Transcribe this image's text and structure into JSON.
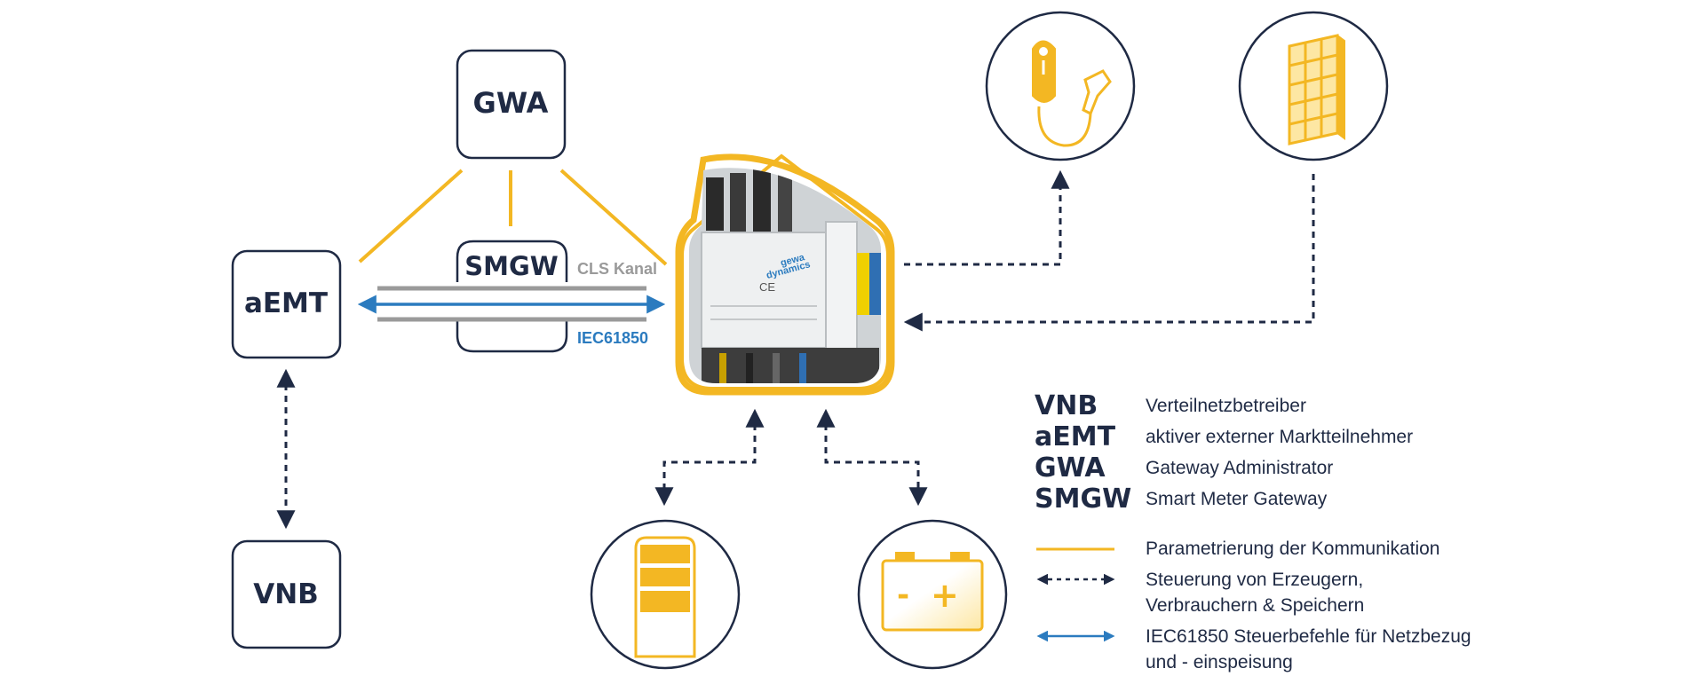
{
  "nodes": {
    "gwa": "GWA",
    "aemt": "aEMT",
    "vnb": "VNB",
    "smgw": "SMGW"
  },
  "channel_labels": {
    "cls": "CLS Kanal",
    "iec": "IEC61850"
  },
  "device": {
    "brand_line1": "gewa",
    "brand_line2": "dynamics",
    "ce_mark": "CE"
  },
  "legend": {
    "abbreviations": [
      {
        "abbr": "VNB",
        "definition": "Verteilnetzbetreiber"
      },
      {
        "abbr": "aEMT",
        "definition": "aktiver externer Marktteilnehmer"
      },
      {
        "abbr": "GWA",
        "definition": "Gateway Administrator"
      },
      {
        "abbr": "SMGW",
        "definition": "Smart Meter Gateway"
      }
    ],
    "keys": [
      {
        "style": "solid-yellow",
        "lines": [
          "Parametrierung der Kommunikation"
        ]
      },
      {
        "style": "dashed-navy",
        "lines": [
          "Steuerung von Erzeugern,",
          "Verbrauchern & Speichern"
        ]
      },
      {
        "style": "solid-blue",
        "lines": [
          "IEC61850 Steuerbefehle für Netzbezug",
          "und - einspeisung"
        ]
      }
    ]
  },
  "colors": {
    "navy": "#1f2a44",
    "yellow": "#f3b723",
    "blue": "#2b7bbf",
    "gray": "#9a9a9a",
    "pale_yellow": "#fde7a3"
  },
  "icons": [
    "ev-charger-icon",
    "solar-panel-icon",
    "heat-storage-icon",
    "battery-icon"
  ],
  "battery_symbols": {
    "minus": "-",
    "plus": "+"
  }
}
